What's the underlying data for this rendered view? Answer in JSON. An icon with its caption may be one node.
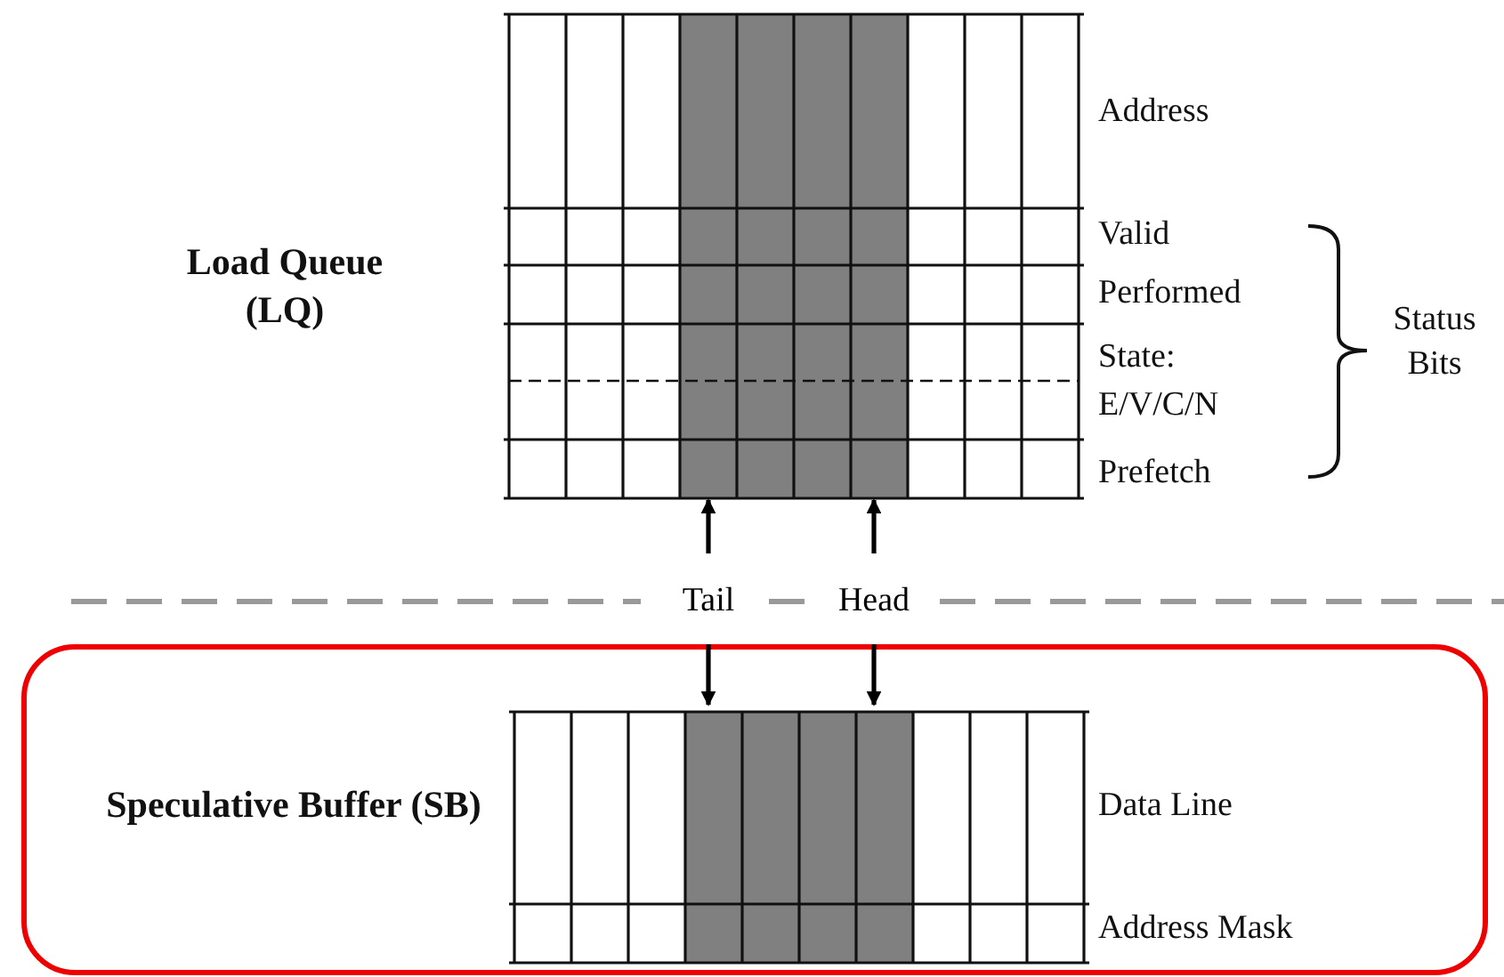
{
  "diagram": {
    "nodes": [
      {
        "text": [],
        "shape": "grid",
        "beside": [
          "Address",
          "Valid",
          "Performed",
          "State: E/V/C/N",
          "Prefetch"
        ]
      },
      {
        "text": [
          "Tail"
        ]
      },
      {
        "text": [
          "Head"
        ]
      },
      {
        "text": [
          "Speculative Buffer (SB)"
        ]
      },
      {
        "text": [],
        "shape": "grid",
        "in": 3,
        "beside": [
          "Data Line",
          "Address Mask"
        ]
      }
    ],
    "edges": [
      {
        "from": 1,
        "to": 0,
        "arrow": "to"
      },
      {
        "from": 2,
        "to": 0,
        "arrow": "to"
      },
      {
        "from": 1,
        "to": 4,
        "arrow": "to"
      },
      {
        "from": 2,
        "to": 4,
        "arrow": "to"
      }
    ],
    "labels": [
      "Load Queue (LQ)",
      "Status Bits"
    ]
  }
}
